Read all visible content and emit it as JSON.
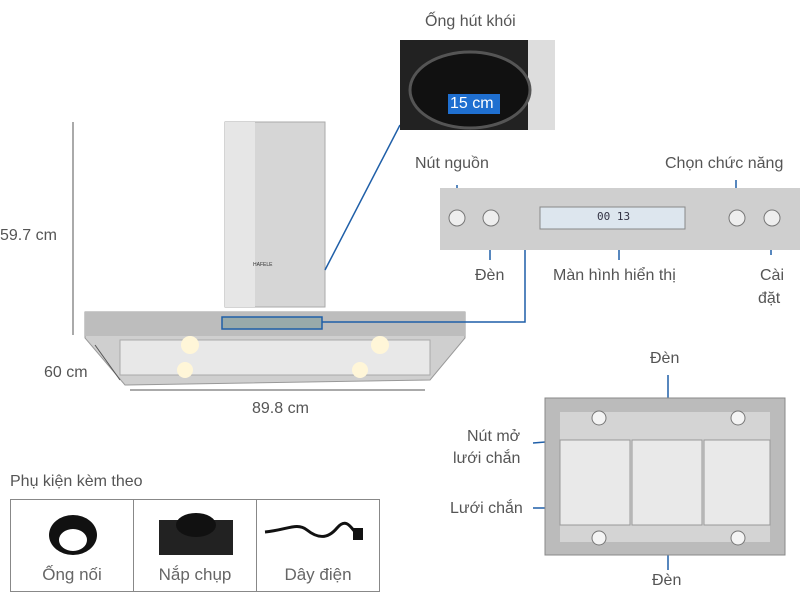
{
  "dimensions": {
    "height": "59.7 cm",
    "depth": "60 cm",
    "width": "89.8 cm"
  },
  "duct": {
    "title": "Ống hút khói",
    "diameter": "15 cm"
  },
  "brand": "HAFELE",
  "control_panel": {
    "power": "Nút nguồn",
    "light": "Đèn",
    "display": "Màn hình hiển thị",
    "display_value": "00 13",
    "function": "Chọn chức năng",
    "settings_line1": "Cài",
    "settings_line2": "đặt"
  },
  "bottom_view": {
    "light_top": "Đèn",
    "filter_release_line1": "Nút mở",
    "filter_release_line2": "lưới chắn",
    "filter": "Lưới chắn",
    "light_bottom": "Đèn"
  },
  "accessories": {
    "title": "Phụ kiện kèm theo",
    "items": [
      {
        "label": "Ống nối"
      },
      {
        "label": "Nắp chụp"
      },
      {
        "label": "Dây điện"
      }
    ]
  },
  "colors": {
    "accent": "#1f5fa8",
    "steel": "#c8c8c8"
  }
}
